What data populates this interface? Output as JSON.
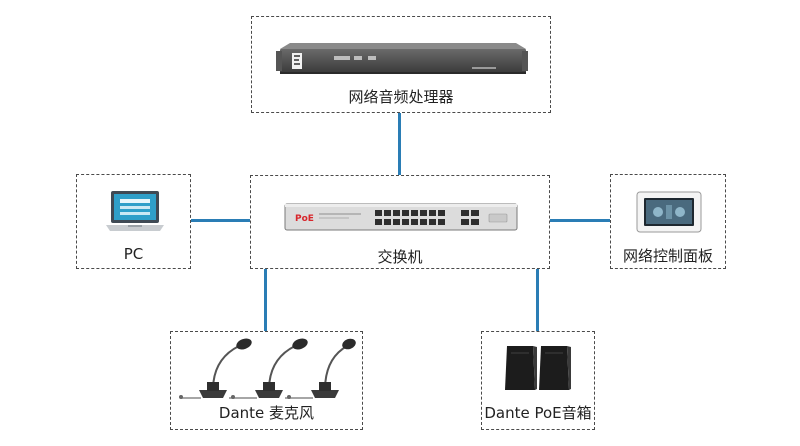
{
  "nodes": {
    "processor": {
      "label": "网络音频处理器"
    },
    "switch": {
      "label": "交换机",
      "brand": "PoE"
    },
    "pc": {
      "label": "PC"
    },
    "panel": {
      "label": "网络控制面板"
    },
    "mic": {
      "label": "Dante 麦克风"
    },
    "speaker": {
      "label": "Dante PoE音箱"
    }
  },
  "colors": {
    "link": "#2a7db5",
    "border": "#4a4a4a",
    "brand_red": "#d8262c"
  }
}
